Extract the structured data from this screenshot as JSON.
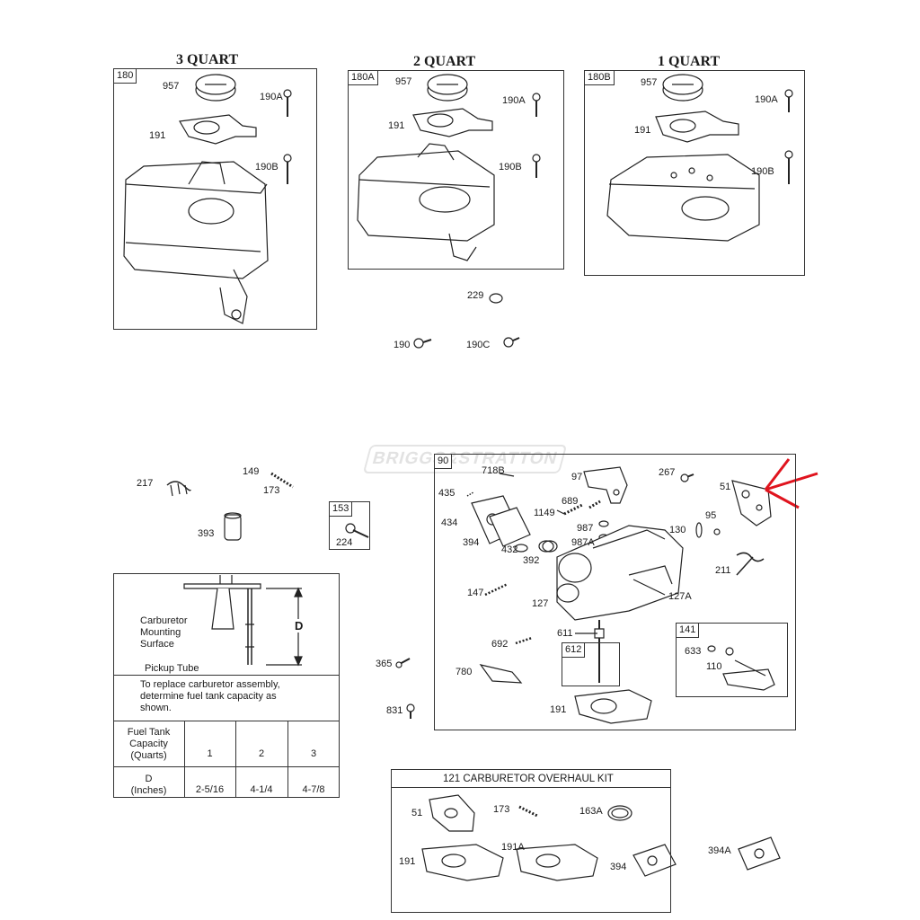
{
  "watermark": "BRIGGS&STRATTON",
  "tanks": [
    {
      "title": "3 QUART",
      "box_tag": "180",
      "cap": "957",
      "screw_a": "190A",
      "gasket": "191",
      "screw_b": "190B"
    },
    {
      "title": "2 QUART",
      "box_tag": "180A",
      "cap": "957",
      "screw_a": "190A",
      "gasket": "191",
      "screw_b": "190B"
    },
    {
      "title": "1 QUART",
      "box_tag": "180B",
      "cap": "957",
      "screw_a": "190A",
      "gasket": "191",
      "screw_b": "190B"
    }
  ],
  "loose_parts": {
    "p229": "229",
    "p190": "190",
    "p190c": "190C",
    "p217": "217",
    "p149": "149",
    "p173": "173",
    "p393": "393",
    "p365": "365",
    "p831": "831"
  },
  "box153": {
    "tag": "153",
    "part": "224"
  },
  "carb_box": {
    "tag": "90",
    "labels": {
      "p718b": "718B",
      "p97": "97",
      "p267": "267",
      "p51": "51",
      "p435": "435",
      "p434": "434",
      "p394": "394",
      "p432": "432",
      "p1149": "1149",
      "p689": "689",
      "p987": "987",
      "p987a": "987A",
      "p392": "392",
      "p130": "130",
      "p95": "95",
      "p211": "211",
      "p147": "147",
      "p127": "127",
      "p127a": "127A",
      "p611": "611",
      "p692": "692",
      "p780": "780",
      "p191": "191"
    },
    "sub612": "612",
    "sub141": {
      "tag": "141",
      "p633": "633",
      "p110": "110"
    }
  },
  "mount_info": {
    "carb_label": "Carburetor\nMounting\nSurface",
    "pickup_label": "Pickup Tube",
    "d_label": "D",
    "note": "To replace carburetor assembly,\ndetermine fuel tank capacity as\nshown.",
    "header": "Fuel Tank\nCapacity\n(Quarts)",
    "row_label": "D\n(Inches)",
    "capacities": [
      "1",
      "2",
      "3"
    ],
    "d_values": [
      "2-5/16",
      "4-1/4",
      "4-7/8"
    ]
  },
  "kit": {
    "title": "121 CARBURETOR OVERHAUL KIT",
    "labels": {
      "p51": "51",
      "p173": "173",
      "p163a": "163A",
      "p191": "191",
      "p191a": "191A",
      "p394": "394"
    },
    "outside": "394A"
  },
  "arrow_color": "#e0141e"
}
